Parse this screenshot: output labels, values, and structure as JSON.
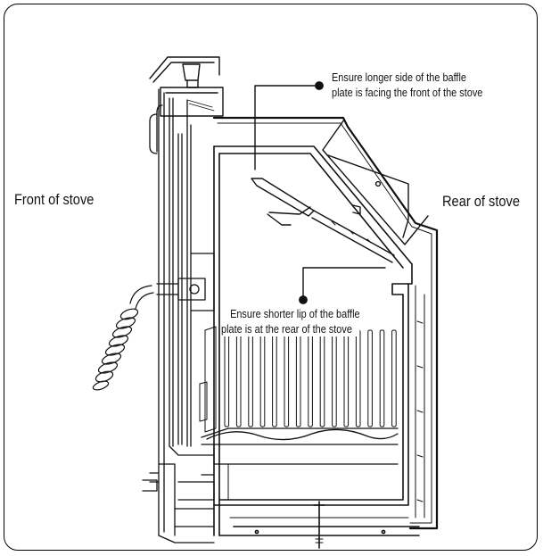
{
  "labels": {
    "front": "Front of stove",
    "rear": "Rear of stove",
    "baffle_top_line1": "Ensure longer side of the baffle",
    "baffle_top_line2": "plate is facing the front of the stove",
    "baffle_lip_line1": "Ensure shorter lip of the baffle",
    "baffle_lip_line2": "plate is at the rear of the stove"
  }
}
